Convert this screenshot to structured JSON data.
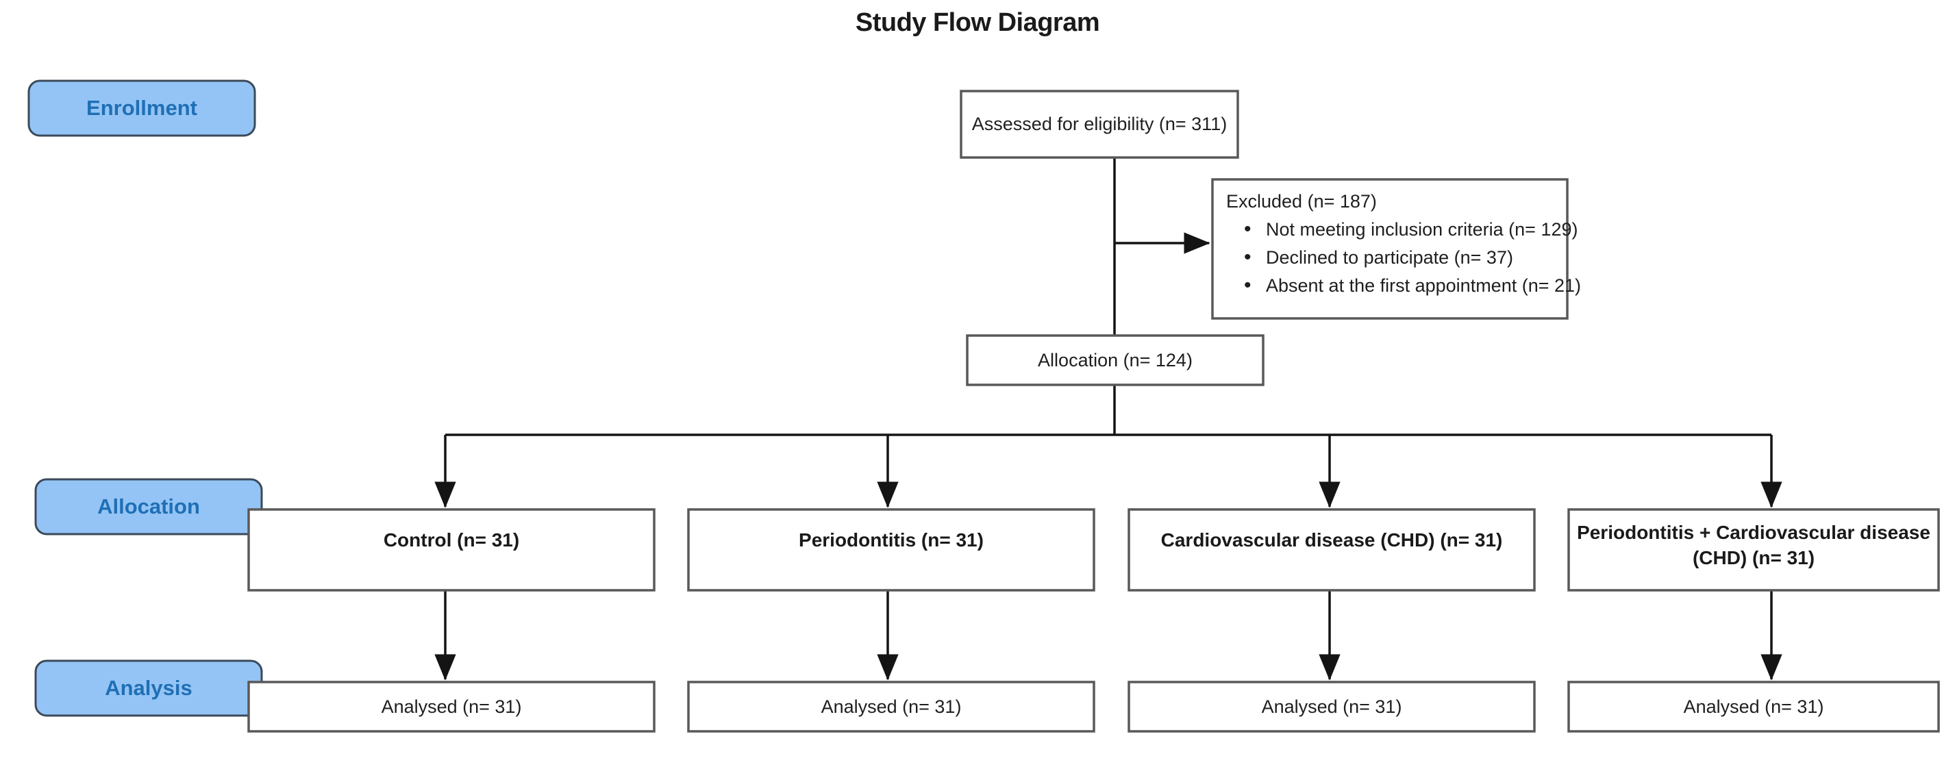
{
  "title": "Study Flow Diagram",
  "stages": [
    {
      "id": "enrollment",
      "label": "Enrollment"
    },
    {
      "id": "allocation",
      "label": "Allocation"
    },
    {
      "id": "analysis",
      "label": "Analysis"
    }
  ],
  "colors": {
    "badge_fill": "#94c4f5",
    "badge_text": "#1f6fb5",
    "badge_border": "#3b4a5a",
    "box_border": "#595959",
    "box_fill": "#ffffff",
    "connector": "#141414",
    "title_text": "#1a1a1a"
  },
  "boxes": {
    "assessed": {
      "label": "Assessed for eligibility (n= 311)"
    },
    "excluded": {
      "heading": "Excluded (n= 187)",
      "bullet": "•",
      "items": [
        "Not meeting inclusion criteria (n= 129)",
        "Declined to participate (n= 37)",
        "Absent at the first appointment (n= 21)"
      ]
    },
    "allocation_total": {
      "label": "Allocation (n= 124)"
    }
  },
  "groups": [
    {
      "id": "control",
      "line1": "Control (n= 31)",
      "line2": "",
      "analysed": "Analysed (n= 31)"
    },
    {
      "id": "periodontitis",
      "line1": "Periodontitis (n= 31)",
      "line2": "",
      "analysed": "Analysed (n= 31)"
    },
    {
      "id": "chd",
      "line1": "Cardiovascular disease (CHD) (n= 31)",
      "line2": "",
      "analysed": "Analysed (n= 31)"
    },
    {
      "id": "periodontitis-chd",
      "line1": "Periodontitis + Cardiovascular disease",
      "line2": "(CHD)  (n= 31)",
      "analysed": "Analysed (n= 31)"
    }
  ],
  "chart_data": {
    "type": "diagram",
    "title": "Study Flow Diagram",
    "nodes": [
      {
        "id": "assessed",
        "stage": "Enrollment",
        "text": "Assessed for eligibility (n= 311)",
        "n": 311
      },
      {
        "id": "excluded",
        "stage": "Enrollment",
        "text": "Excluded (n= 187)",
        "n": 187
      },
      {
        "id": "excluded-not-meeting",
        "text": "Not meeting inclusion criteria (n= 129)",
        "n": 129
      },
      {
        "id": "excluded-declined",
        "text": "Declined to participate (n= 37)",
        "n": 37
      },
      {
        "id": "excluded-absent",
        "text": "Absent at the first appointment (n= 21)",
        "n": 21
      },
      {
        "id": "allocation-total",
        "stage": "Enrollment",
        "text": "Allocation (n= 124)",
        "n": 124
      },
      {
        "id": "control",
        "stage": "Allocation",
        "text": "Control (n= 31)",
        "n": 31
      },
      {
        "id": "periodontitis",
        "stage": "Allocation",
        "text": "Periodontitis (n= 31)",
        "n": 31
      },
      {
        "id": "chd",
        "stage": "Allocation",
        "text": "Cardiovascular disease (CHD) (n= 31)",
        "n": 31
      },
      {
        "id": "periodontitis-chd",
        "stage": "Allocation",
        "text": "Periodontitis + Cardiovascular disease (CHD)  (n= 31)",
        "n": 31
      },
      {
        "id": "analysed-control",
        "stage": "Analysis",
        "text": "Analysed (n= 31)",
        "n": 31
      },
      {
        "id": "analysed-periodontitis",
        "stage": "Analysis",
        "text": "Analysed (n= 31)",
        "n": 31
      },
      {
        "id": "analysed-chd",
        "stage": "Analysis",
        "text": "Analysed (n= 31)",
        "n": 31
      },
      {
        "id": "analysed-periodontitis-chd",
        "stage": "Analysis",
        "text": "Analysed (n= 31)",
        "n": 31
      }
    ],
    "edges": [
      {
        "from": "assessed",
        "to": "excluded"
      },
      {
        "from": "assessed",
        "to": "allocation-total"
      },
      {
        "from": "allocation-total",
        "to": "control"
      },
      {
        "from": "allocation-total",
        "to": "periodontitis"
      },
      {
        "from": "allocation-total",
        "to": "chd"
      },
      {
        "from": "allocation-total",
        "to": "periodontitis-chd"
      },
      {
        "from": "control",
        "to": "analysed-control"
      },
      {
        "from": "periodontitis",
        "to": "analysed-periodontitis"
      },
      {
        "from": "chd",
        "to": "analysed-chd"
      },
      {
        "from": "periodontitis-chd",
        "to": "analysed-periodontitis-chd"
      }
    ]
  }
}
